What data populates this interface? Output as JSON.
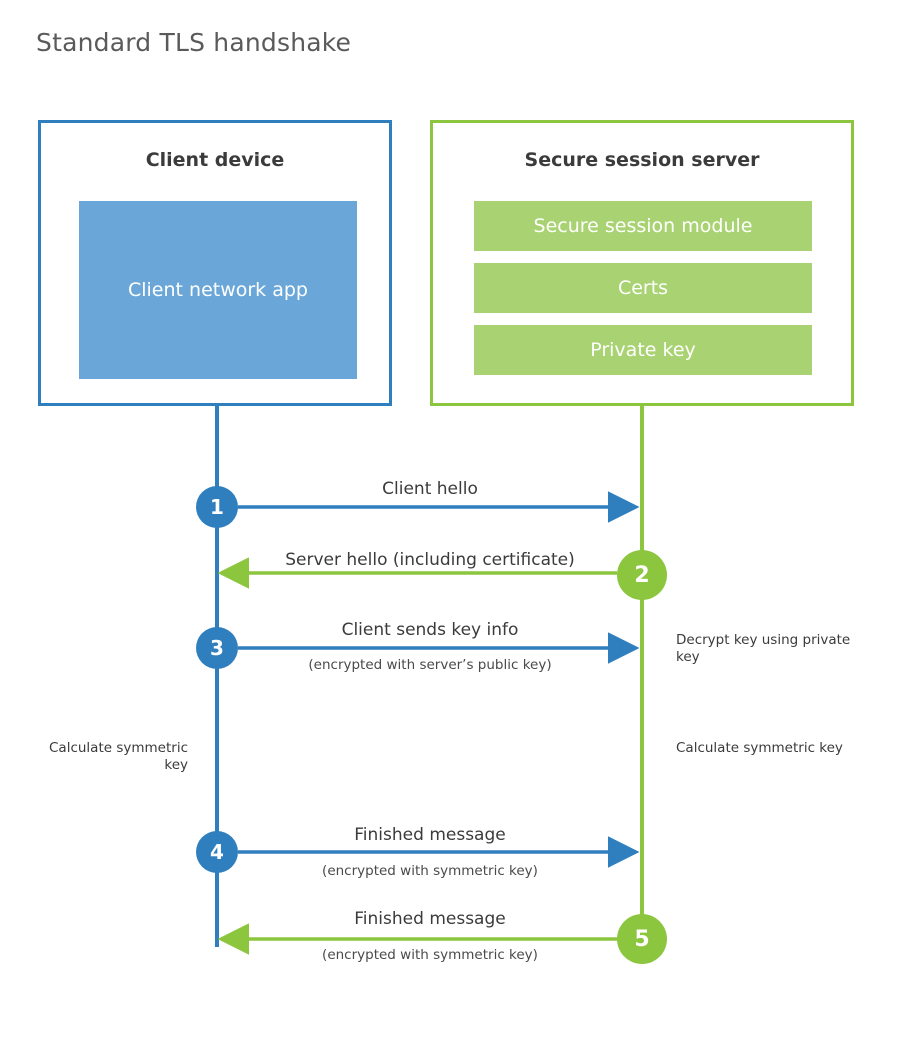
{
  "title": "Standard TLS handshake",
  "colors": {
    "client_accent": "#2f7fbf",
    "client_fill": "#6aa7d8",
    "server_accent": "#8cc63f",
    "server_fill": "#a9d372",
    "title_text": "#5a5a5a",
    "body_text": "#3b3b3b",
    "background": "#ffffff"
  },
  "client": {
    "title": "Client device",
    "app_label": "Client network app"
  },
  "server": {
    "title": "Secure session server",
    "components": [
      {
        "label": "Secure session module"
      },
      {
        "label": "Certs"
      },
      {
        "label": "Private key"
      }
    ]
  },
  "steps": [
    {
      "number": "1",
      "side": "client",
      "direction": "client-to-server",
      "label": "Client hello",
      "sublabel": ""
    },
    {
      "number": "2",
      "side": "server",
      "direction": "server-to-client",
      "label": "Server hello (including certificate)",
      "sublabel": ""
    },
    {
      "number": "3",
      "side": "client",
      "direction": "client-to-server",
      "label": "Client sends key info",
      "sublabel": "(encrypted with server’s public key)"
    },
    {
      "number": "4",
      "side": "client",
      "direction": "client-to-server",
      "label": "Finished message",
      "sublabel": "(encrypted with symmetric key)"
    },
    {
      "number": "5",
      "side": "server",
      "direction": "server-to-client",
      "label": "Finished message",
      "sublabel": "(encrypted with symmetric key)"
    }
  ],
  "notes": {
    "decrypt_key": "Decrypt key using private key",
    "calculate_symmetric_key_client": "Calculate symmetric key",
    "calculate_symmetric_key_server": "Calculate symmetric key"
  }
}
